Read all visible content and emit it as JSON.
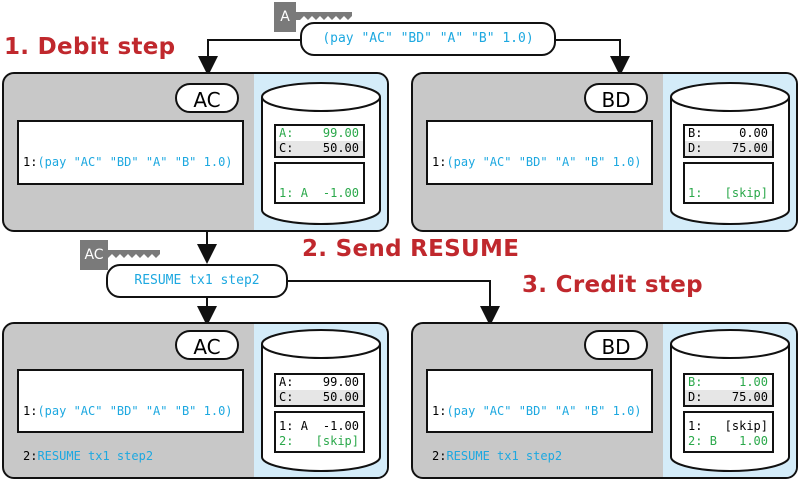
{
  "steps": {
    "debit": "1. Debit step",
    "send": "2. Send RESUME",
    "credit": "3. Credit step"
  },
  "messages": {
    "pay": {
      "key": "A",
      "text": "(pay \"AC\" \"BD\" \"A\" \"B\" 1.0)"
    },
    "resume": {
      "key": "AC",
      "text": "RESUME tx1 step2"
    }
  },
  "colors": {
    "step_red": "#c0282d",
    "cyan": "#1da8e0",
    "green": "#2aa84a",
    "panel_gray": "#c8c8c8",
    "db_blue": "#d4ecf9"
  },
  "panels": {
    "top_left": {
      "name": "AC",
      "log": [
        {
          "num": "1:",
          "text": "(pay \"AC\" \"BD\" \"A\" \"B\" 1.0)"
        }
      ],
      "kv": [
        {
          "key": "A:",
          "val": "99.00",
          "green": true
        },
        {
          "key": "C:",
          "val": "50.00",
          "green": false
        }
      ],
      "pending": [
        {
          "num": "1:",
          "key": "A",
          "val": "-1.00",
          "green": true
        }
      ]
    },
    "top_right": {
      "name": "BD",
      "log": [
        {
          "num": "1:",
          "text": "(pay \"AC\" \"BD\" \"A\" \"B\" 1.0)"
        }
      ],
      "kv": [
        {
          "key": "B:",
          "val": "0.00",
          "green": false
        },
        {
          "key": "D:",
          "val": "75.00",
          "green": false
        }
      ],
      "pending": [
        {
          "num": "1:",
          "key": "",
          "val": "[skip]",
          "green": true
        }
      ]
    },
    "bottom_left": {
      "name": "AC",
      "log": [
        {
          "num": "1:",
          "text": "(pay \"AC\" \"BD\" \"A\" \"B\" 1.0)"
        },
        {
          "num": "2:",
          "text": "RESUME tx1 step2"
        }
      ],
      "kv": [
        {
          "key": "A:",
          "val": "99.00",
          "green": false
        },
        {
          "key": "C:",
          "val": "50.00",
          "green": false
        }
      ],
      "pending": [
        {
          "num": "1:",
          "key": "A",
          "val": "-1.00",
          "green": false
        },
        {
          "num": "2:",
          "key": "",
          "val": "[skip]",
          "green": true
        }
      ]
    },
    "bottom_right": {
      "name": "BD",
      "log": [
        {
          "num": "1:",
          "text": "(pay \"AC\" \"BD\" \"A\" \"B\" 1.0)"
        },
        {
          "num": "2:",
          "text": "RESUME tx1 step2"
        }
      ],
      "kv": [
        {
          "key": "B:",
          "val": "1.00",
          "green": true
        },
        {
          "key": "D:",
          "val": "75.00",
          "green": false
        }
      ],
      "pending": [
        {
          "num": "1:",
          "key": "",
          "val": "[skip]",
          "green": false
        },
        {
          "num": "2:",
          "key": "B",
          "val": "1.00",
          "green": true
        }
      ]
    }
  }
}
